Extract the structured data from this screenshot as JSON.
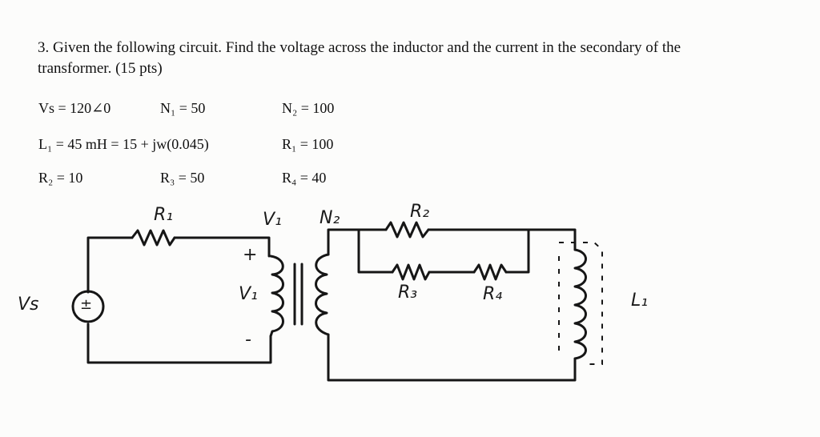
{
  "problem": {
    "line1": "3. Given the following circuit. Find the voltage across the inductor and the current in the secondary of the",
    "line2": "transformer. (15 pts)"
  },
  "params": {
    "vs": "Vs = 120∠0",
    "n1": "N₁ = 50",
    "n2": "N₂ = 100",
    "l1": "L₁ = 45 mH = 15 + jw(0.045)",
    "r1": "R₁ = 100",
    "r2": "R₂ = 10",
    "r3": "R₃ = 50",
    "r4": "R₄ = 40"
  },
  "circuit_labels": {
    "r1": "R₁",
    "v1_top": "V₁",
    "n2": "N₂",
    "r2": "R₂",
    "plus": "+",
    "v1_side": "V₁",
    "minus": "-",
    "r3": "R₃",
    "r4": "R₄",
    "vs": "Vs",
    "l1": "L₁",
    "source_symbol": "±"
  }
}
